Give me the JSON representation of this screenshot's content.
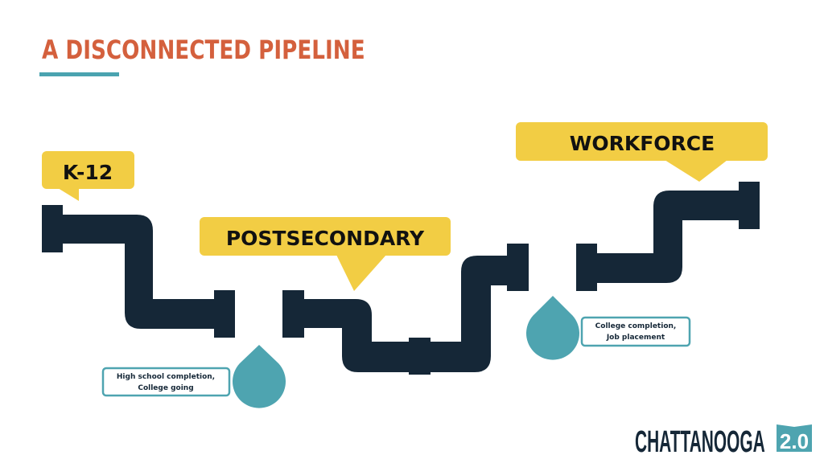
{
  "title": "A DISCONNECTED PIPELINE",
  "stages": [
    {
      "label": "K-12"
    },
    {
      "label": "POSTSECONDARY"
    },
    {
      "label": "WORKFORCE"
    }
  ],
  "leaks": [
    {
      "line1": "High school completion,",
      "line2": "College going"
    },
    {
      "line1": "College completion,",
      "line2": "Job placement"
    }
  ],
  "logo": {
    "name": "CHATTANOOGA",
    "version": "2.0"
  },
  "colors": {
    "title": "#d4603d",
    "accent": "#4aa3b0",
    "pipe": "#152737",
    "callout": "#f2cd44"
  }
}
